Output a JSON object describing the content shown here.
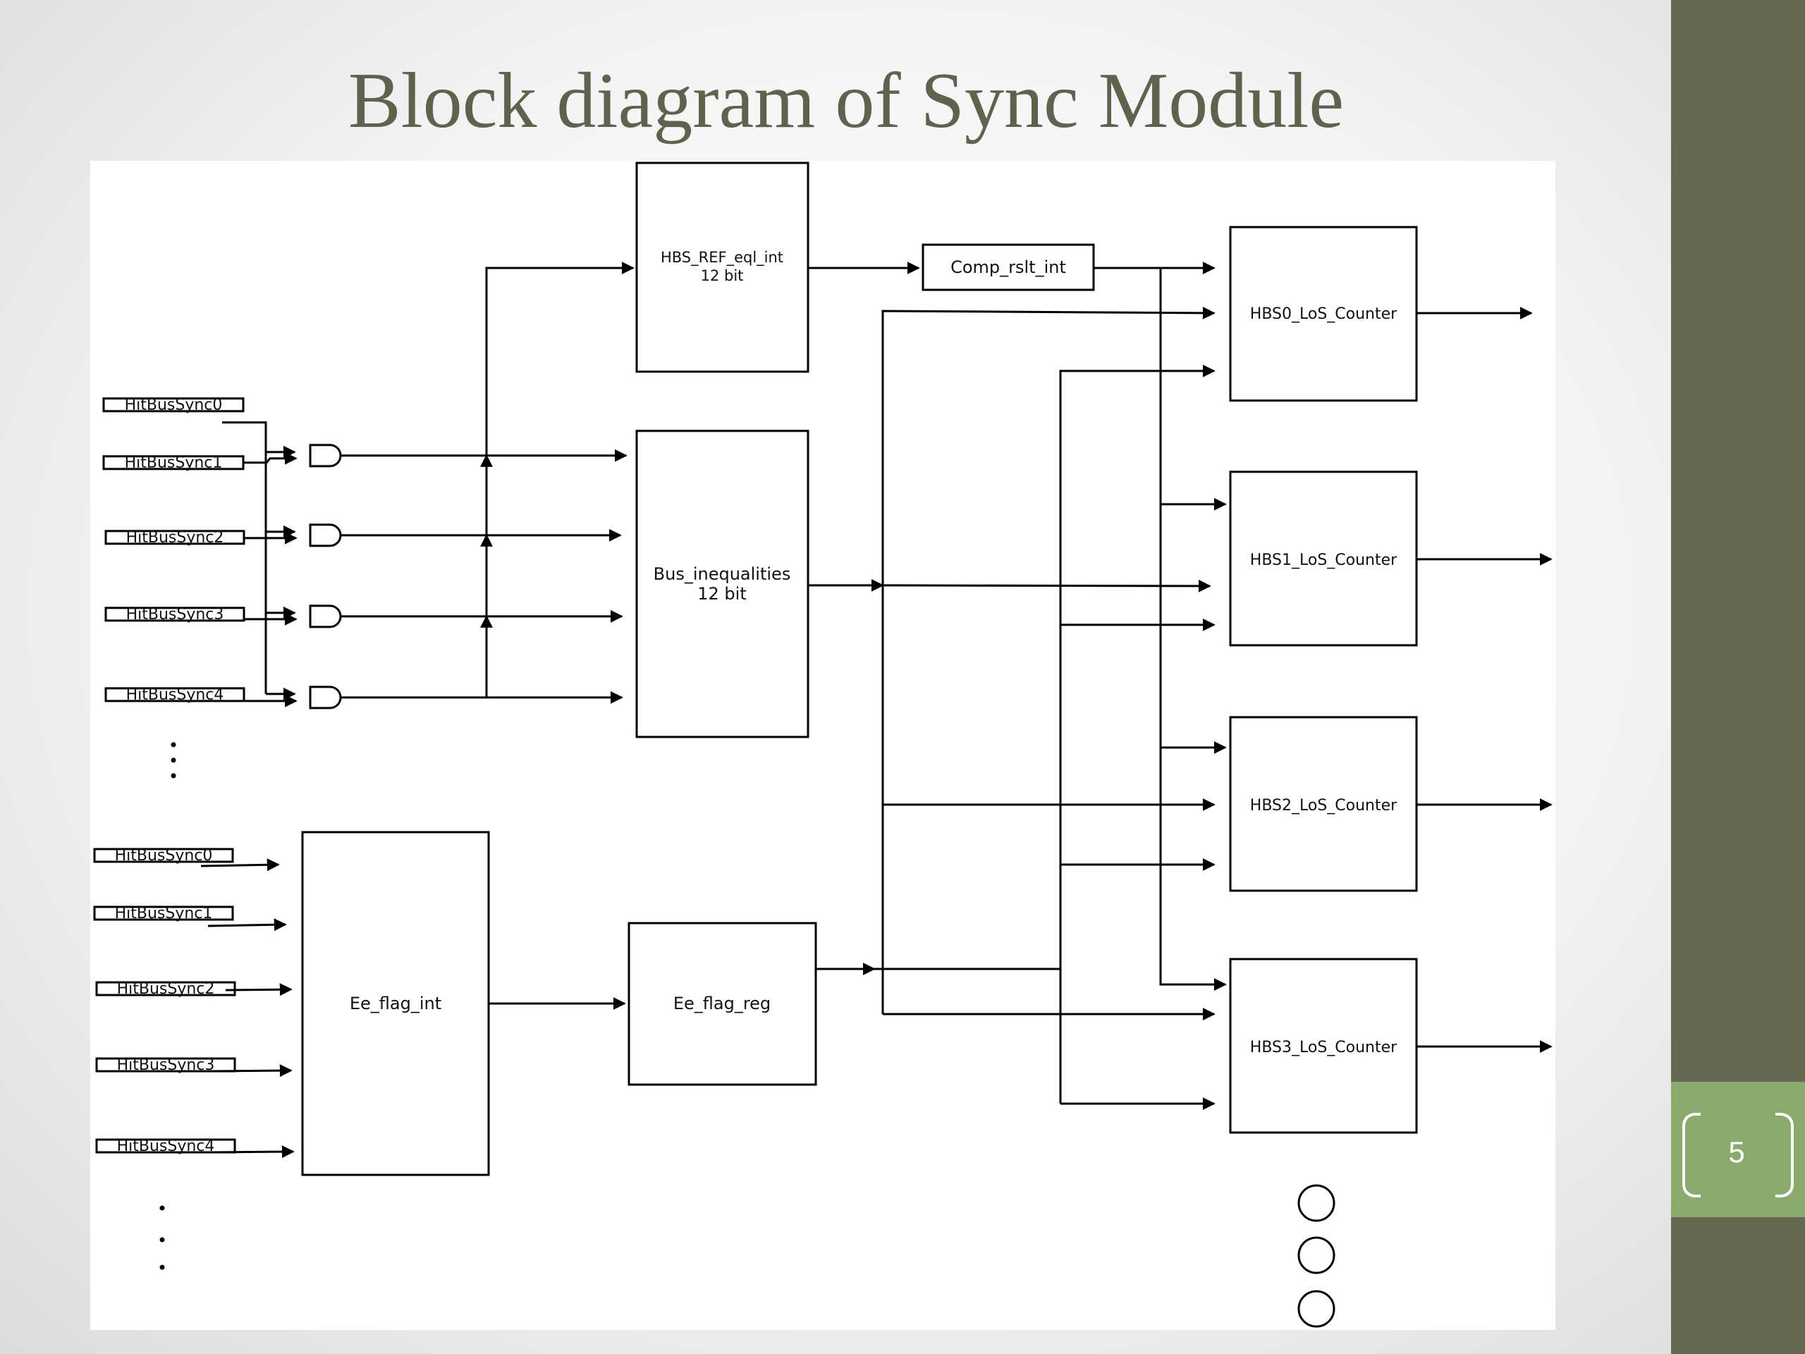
{
  "slide": {
    "title": "Block diagram of Sync Module",
    "page_number": "5",
    "colors": {
      "sidebar": "#666853",
      "page_tab": "#8aaa6e",
      "title": "#5f634e"
    }
  },
  "diagram": {
    "inputs_top": [
      "HitBusSync0",
      "HitBusSync1",
      "HitBusSync2",
      "HitBusSync3",
      "HitBusSync4"
    ],
    "inputs_bottom": [
      "HitBusSync0",
      "HitBusSync1",
      "HitBusSync2",
      "HitBusSync3",
      "HitBusSync4"
    ],
    "blocks": {
      "hbs_ref_line1": "HBS_REF_eql_int",
      "hbs_ref_line2": "12 bit",
      "bus_ineq_line1": "Bus_inequalities",
      "bus_ineq_line2": "12 bit",
      "comp_rslt": "Comp_rslt_int",
      "ee_flag_int": "Ee_flag_int",
      "ee_flag_reg": "Ee_flag_reg",
      "counter0": "HBS0_LoS_Counter",
      "counter1": "HBS1_LoS_Counter",
      "counter2": "HBS2_LoS_Counter",
      "counter3": "HBS3_LoS_Counter"
    }
  }
}
